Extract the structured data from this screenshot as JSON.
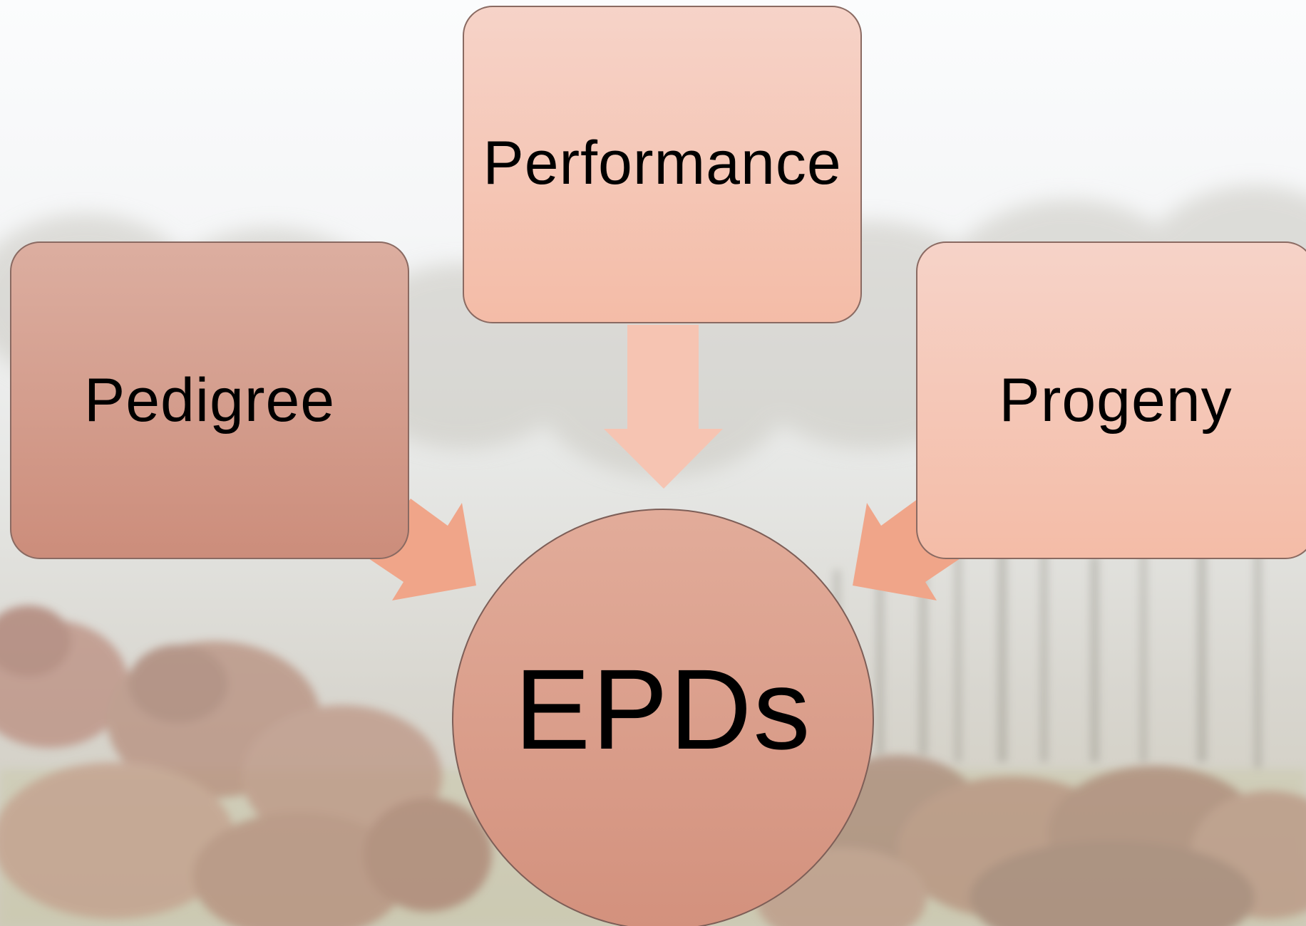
{
  "diagram": {
    "nodes": {
      "performance": "Performance",
      "pedigree": "Pedigree",
      "progeny": "Progeny",
      "epds": "EPDs"
    },
    "edges": [
      {
        "from": "performance",
        "to": "epds"
      },
      {
        "from": "pedigree",
        "to": "epds"
      },
      {
        "from": "progeny",
        "to": "epds"
      }
    ]
  },
  "colors": {
    "performance_box": "#f4bca7",
    "pedigree_box": "#cc8d7b",
    "progeny_box": "#f4bca7",
    "epds_circle": "#d3917d",
    "arrow_performance": "#f6c4b2",
    "arrow_side": "#f0a589",
    "background_sky": "#f7f8f9",
    "background_field": "#d9d3c9"
  }
}
